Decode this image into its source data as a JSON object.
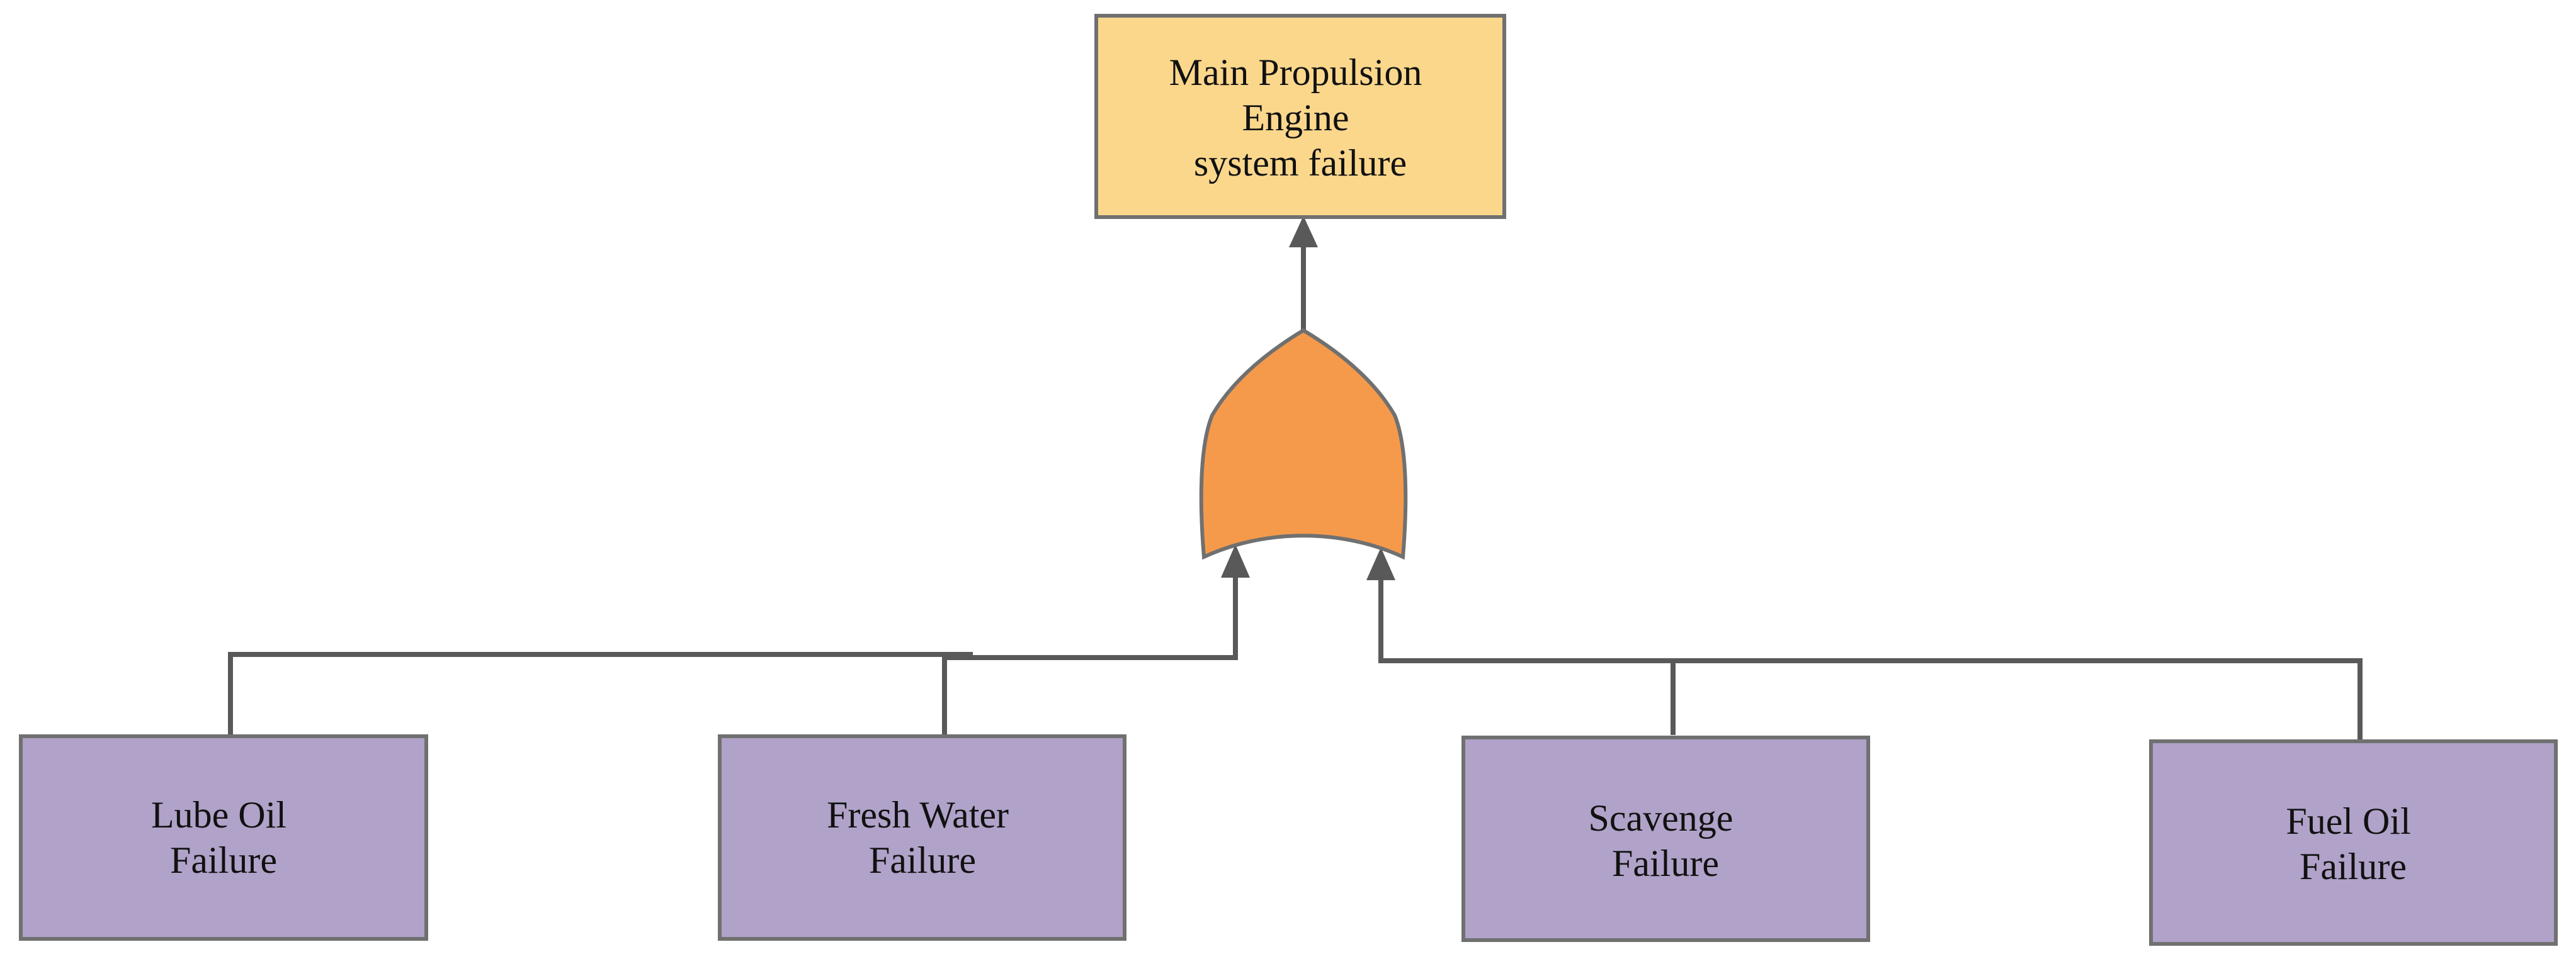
{
  "diagram": {
    "top_event": {
      "lines": [
        "Main Propulsion",
        "Engine",
        "system failure"
      ],
      "fill": "#fbd78c"
    },
    "gate": {
      "type": "OR",
      "fill": "#f59a4b"
    },
    "basic_events": [
      {
        "lines": [
          "Lube Oil",
          "Failure"
        ]
      },
      {
        "lines": [
          "Fresh Water",
          "Failure"
        ]
      },
      {
        "lines": [
          "Scavenge",
          "Failure"
        ]
      },
      {
        "lines": [
          "Fuel Oil",
          "Failure"
        ]
      }
    ],
    "colors": {
      "event_fill": "#b0a2c8",
      "border": "#707070",
      "line": "#595959"
    }
  }
}
